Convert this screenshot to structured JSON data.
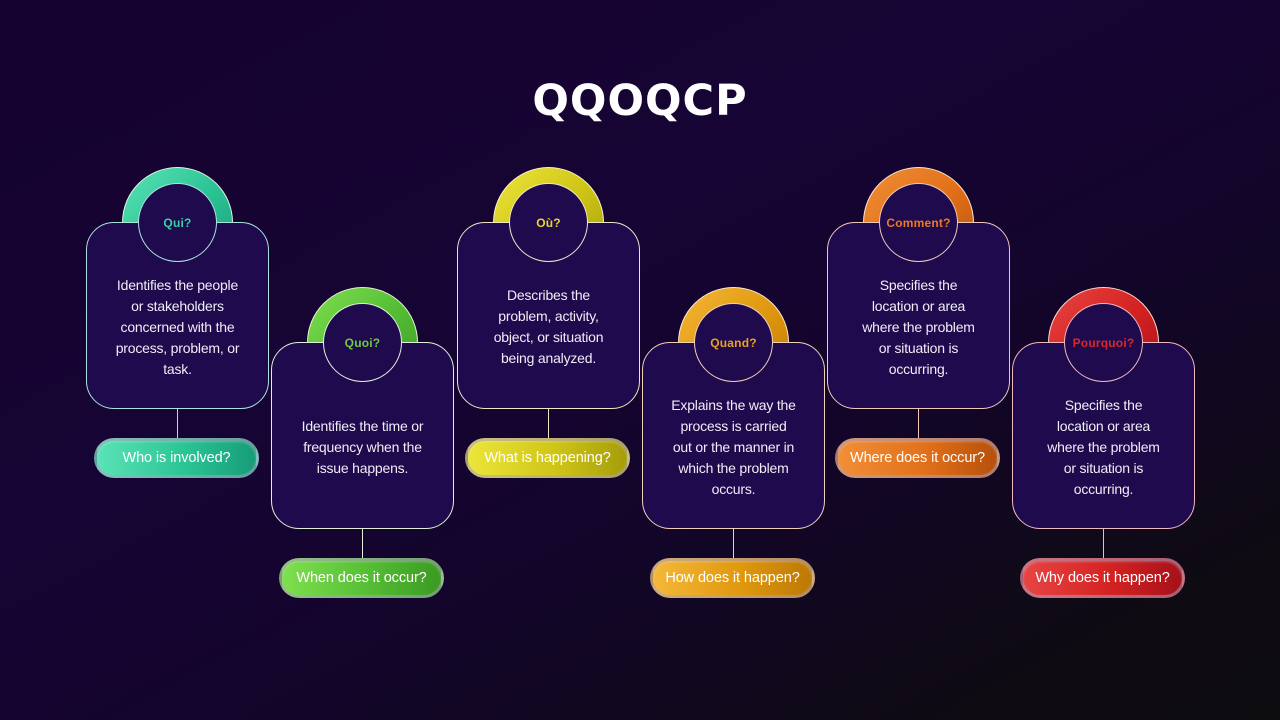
{
  "title": "QQOQCP",
  "items": [
    {
      "label": "Qui?",
      "description": "Identifies the people\nor stakeholders\nconcerned with the\nprocess, problem, or\ntask.",
      "question": "Who is involved?",
      "colors": {
        "accent": "#2cc495",
        "light": "#5ae3b6",
        "dark": "#169c78",
        "label": "#3ccfa5",
        "border": "#a9e3dc"
      }
    },
    {
      "label": "Quoi?",
      "description": "Identifies the time or\nfrequency when the\nissue happens.",
      "question": "When does it occur?",
      "colors": {
        "accent": "#55bd35",
        "light": "#7fe04f",
        "dark": "#3a9a22",
        "label": "#6cce3f",
        "border": "#e2efd9"
      }
    },
    {
      "label": "Où?",
      "description": "Describes the\nproblem, activity,\nobject, or situation\nbeing analyzed.",
      "question": "What is happening?",
      "colors": {
        "accent": "#cfc517",
        "light": "#ece53a",
        "dark": "#a59c0b",
        "label": "#e6da28",
        "border": "#efe6c6"
      }
    },
    {
      "label": "Quand?",
      "description": "Explains the way the\nprocess is carried\nout or the manner in\nwhich the problem\noccurs.",
      "question": "How does it happen?",
      "colors": {
        "accent": "#e0980f",
        "light": "#f4b838",
        "dark": "#bd7805",
        "label": "#eaa11c",
        "border": "#f0d0b8"
      }
    },
    {
      "label": "Comment?",
      "description": "Specifies the\nlocation or area\nwhere the problem\nor situation is\noccurring.",
      "question": "Where does it occur?",
      "colors": {
        "accent": "#e2701a",
        "light": "#f08f38",
        "dark": "#b5500c",
        "label": "#ec7a22",
        "border": "#f0c8b8"
      }
    },
    {
      "label": "Pourquoi?",
      "description": "Specifies the\nlocation or area\nwhere the problem\nor situation is\noccurring.",
      "question": "Why does it happen?",
      "colors": {
        "accent": "#d42222",
        "light": "#e84444",
        "dark": "#a5111a",
        "label": "#d8282c",
        "border": "#f0b8c0"
      }
    }
  ]
}
